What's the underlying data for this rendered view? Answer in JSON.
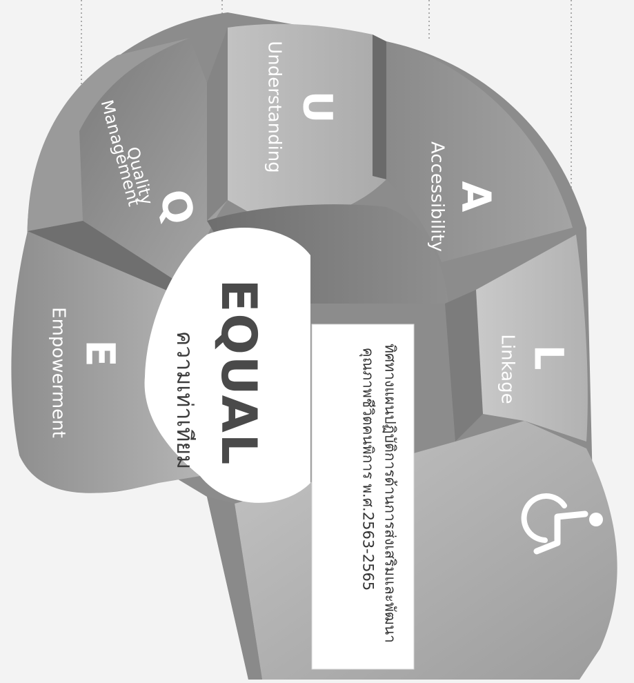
{
  "center": {
    "title": "EQUAL",
    "subtitle": "ความเท่าเทียม"
  },
  "segments": [
    {
      "letter": "E",
      "label": "Empowerment"
    },
    {
      "letter": "Q",
      "label_line1": "Quality",
      "label_line2": "Management"
    },
    {
      "letter": "U",
      "label": "Understanding"
    },
    {
      "letter": "A",
      "label": "Accessibility"
    },
    {
      "letter": "L",
      "label": "Linkage"
    }
  ],
  "box": {
    "line1": "ทิศทางแผนปฏิบัติการด้านการส่งเสริมและพัฒนา",
    "line2": "คุณภาพชีวิตคนพิการ พ.ศ.2563-2565"
  },
  "icons": {
    "accessibility": "wheelchair-icon"
  }
}
